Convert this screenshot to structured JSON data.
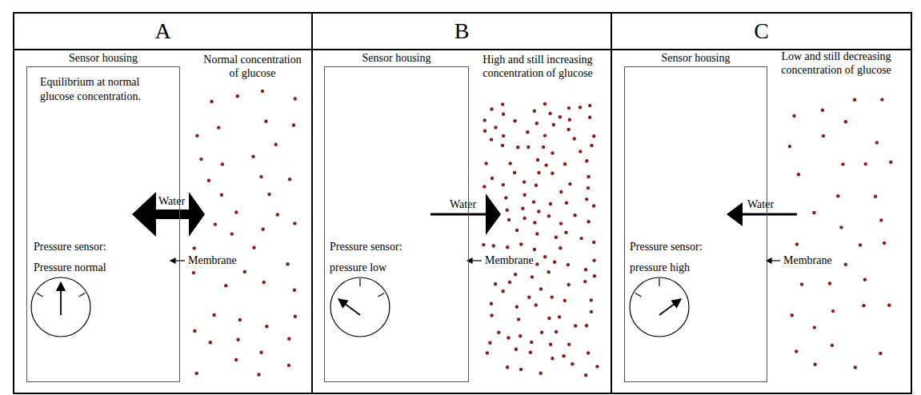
{
  "diagram": {
    "nodes": [
      {
        "text": [
          "A"
        ]
      },
      {
        "text": [
          "Sensor housing",
          "Equilibrium at normal glucose concentration.",
          "Pressure sensor: Pressure normal"
        ],
        "in": 0
      },
      {
        "text": [
          "B"
        ]
      },
      {
        "text": [
          "Sensor housing",
          "Pressure sensor: pressure low"
        ],
        "in": 2
      },
      {
        "text": [
          "C"
        ]
      },
      {
        "text": [
          "Sensor housing",
          "Pressure sensor: pressure high"
        ],
        "in": 4
      }
    ],
    "labels": [
      "Normal concentration of glucose",
      "Water",
      "Membrane",
      "High and still increasing concentration of glucose",
      "Water",
      "Membrane",
      "Low and still decreasing concentration of glucose",
      "Water",
      "Membrane"
    ]
  }
}
